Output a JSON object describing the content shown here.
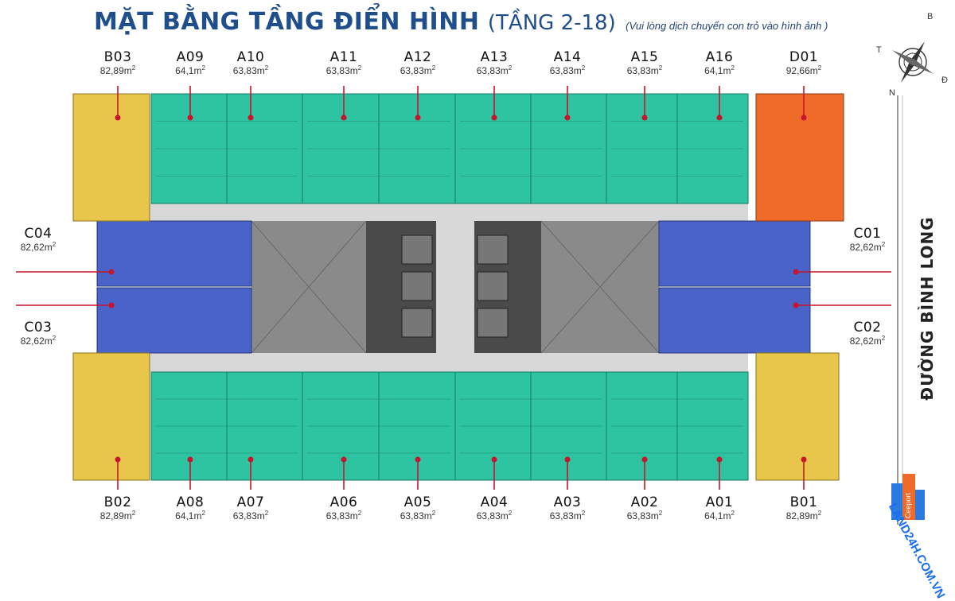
{
  "title": {
    "main": "MẶT BẰNG TẦNG ĐIỂN HÌNH",
    "sub": "(TẦNG 2-18)",
    "hint": "(Vui lòng dịch chuyển con trỏ vào hình ảnh )"
  },
  "road_name": "ĐƯỜNG BÌNH LONG",
  "compass": {
    "n": "N",
    "b": "B",
    "t": "T",
    "d": "Đ"
  },
  "watermark": {
    "text": "LAND24H.COM.VN",
    "brand": "Ceeport"
  },
  "colors": {
    "teal": "#2fc4a1",
    "yellow": "#e8c64a",
    "blue": "#4a63c8",
    "orange": "#f06a2a",
    "corridor": "#d8d8d8",
    "core": "#8e8e8e",
    "pin": "#c8142c",
    "title": "#1f4e8c"
  },
  "units": {
    "top": [
      {
        "code": "B03",
        "area": "82,89m"
      },
      {
        "code": "A09",
        "area": "64,1m"
      },
      {
        "code": "A10",
        "area": "63,83m"
      },
      {
        "code": "A11",
        "area": "63,83m"
      },
      {
        "code": "A12",
        "area": "63,83m"
      },
      {
        "code": "A13",
        "area": "63,83m"
      },
      {
        "code": "A14",
        "area": "63,83m"
      },
      {
        "code": "A15",
        "area": "63,83m"
      },
      {
        "code": "A16",
        "area": "64,1m"
      },
      {
        "code": "D01",
        "area": "92,66m"
      }
    ],
    "bottom": [
      {
        "code": "B02",
        "area": "82,89m"
      },
      {
        "code": "A08",
        "area": "64,1m"
      },
      {
        "code": "A07",
        "area": "63,83m"
      },
      {
        "code": "A06",
        "area": "63,83m"
      },
      {
        "code": "A05",
        "area": "63,83m"
      },
      {
        "code": "A04",
        "area": "63,83m"
      },
      {
        "code": "A03",
        "area": "63,83m"
      },
      {
        "code": "A02",
        "area": "63,83m"
      },
      {
        "code": "A01",
        "area": "64,1m"
      },
      {
        "code": "B01",
        "area": "82,89m"
      }
    ],
    "left": [
      {
        "code": "C04",
        "area": "82,62m"
      },
      {
        "code": "C03",
        "area": "82,62m"
      }
    ],
    "right": [
      {
        "code": "C01",
        "area": "82,62m"
      },
      {
        "code": "C02",
        "area": "82,62m"
      }
    ]
  },
  "area_sup": "2"
}
